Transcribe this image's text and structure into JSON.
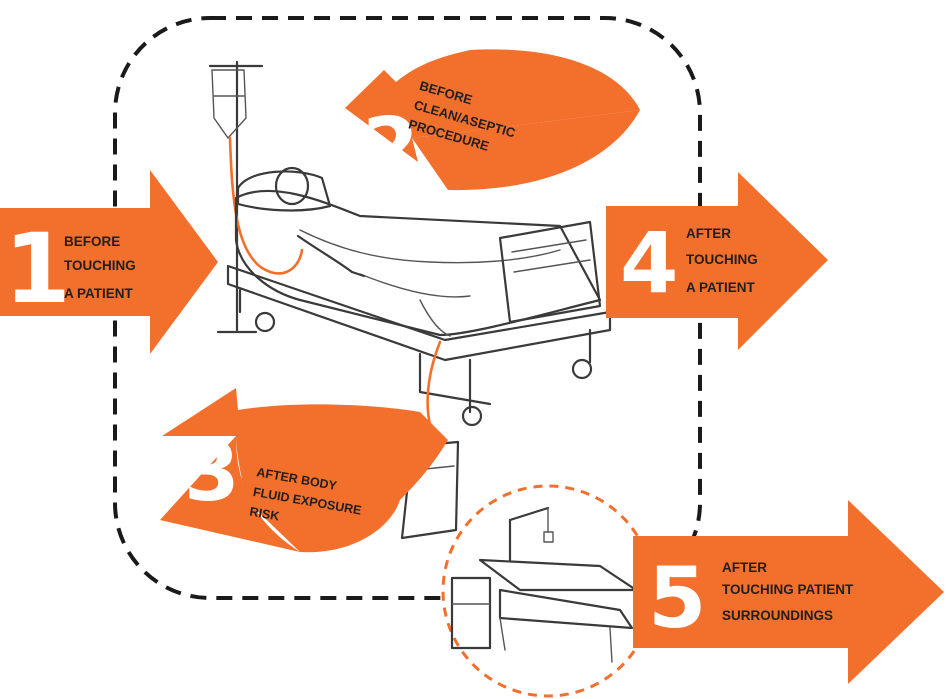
{
  "colors": {
    "accent": "#f26f2c",
    "dash": "#1a1a1a",
    "label": "#231f20",
    "number": "#ffffff"
  },
  "moments": [
    {
      "number": "1",
      "lines": [
        "BEFORE",
        "TOUCHING",
        "A PATIENT"
      ]
    },
    {
      "number": "2",
      "lines": [
        "BEFORE",
        "CLEAN/ASEPTIC",
        "PROCEDURE"
      ]
    },
    {
      "number": "3",
      "lines": [
        "AFTER BODY",
        "FLUID EXPOSURE",
        "RISK"
      ]
    },
    {
      "number": "4",
      "lines": [
        "AFTER",
        "TOUCHING",
        "A PATIENT"
      ]
    },
    {
      "number": "5",
      "lines": [
        "AFTER",
        "TOUCHING PATIENT",
        "SURROUNDINGS"
      ]
    }
  ]
}
